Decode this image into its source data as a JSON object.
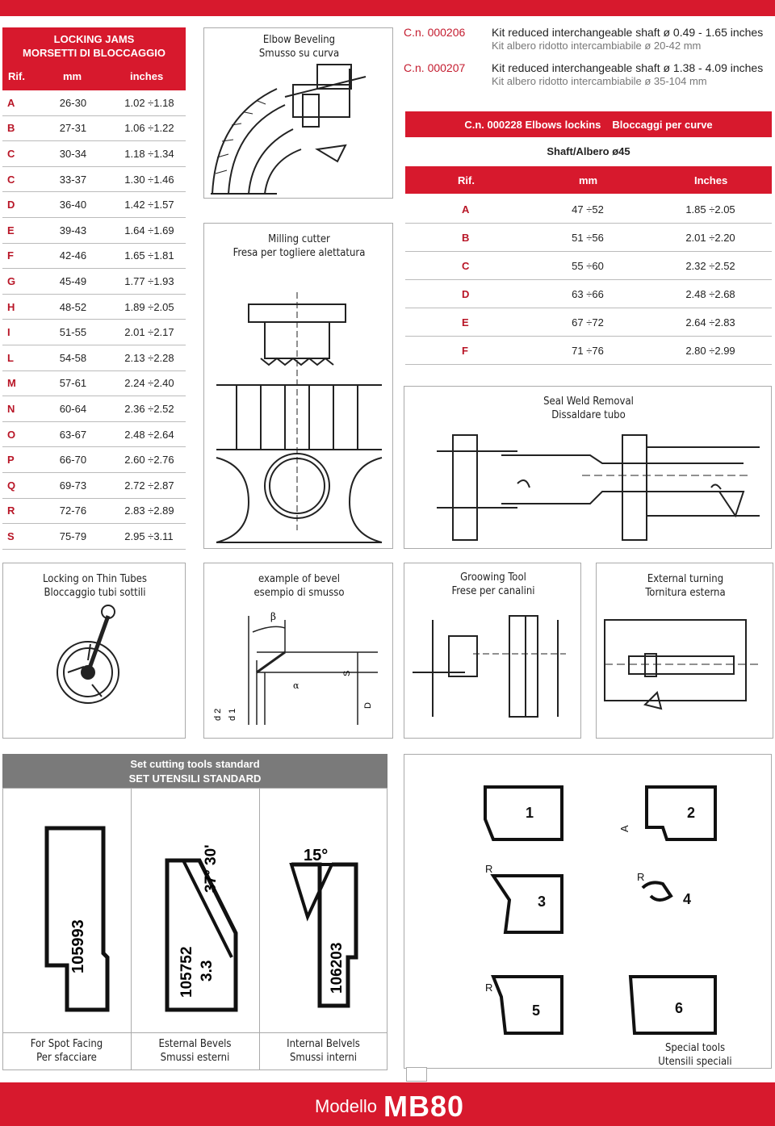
{
  "colors": {
    "accent": "#d7192d",
    "text": "#222222",
    "muted": "#777777"
  },
  "jams": {
    "title_line1": "LOCKING JAMS",
    "title_line2": "MORSETTI DI BLOCCAGGIO",
    "col_rif": "Rif.",
    "col_mm": "mm",
    "col_inches": "inches",
    "rows": [
      {
        "rif": "A",
        "mm": "26-30",
        "inches": "1.02 ÷1.18"
      },
      {
        "rif": "B",
        "mm": "27-31",
        "inches": "1.06 ÷1.22"
      },
      {
        "rif": "C",
        "mm": "30-34",
        "inches": "1.18 ÷1.34"
      },
      {
        "rif": "C",
        "mm": "33-37",
        "inches": "1.30 ÷1.46"
      },
      {
        "rif": "D",
        "mm": "36-40",
        "inches": "1.42 ÷1.57"
      },
      {
        "rif": "E",
        "mm": "39-43",
        "inches": "1.64 ÷1.69"
      },
      {
        "rif": "F",
        "mm": "42-46",
        "inches": "1.65 ÷1.81"
      },
      {
        "rif": "G",
        "mm": "45-49",
        "inches": "1.77 ÷1.93"
      },
      {
        "rif": "H",
        "mm": "48-52",
        "inches": "1.89 ÷2.05"
      },
      {
        "rif": "I",
        "mm": "51-55",
        "inches": "2.01 ÷2.17"
      },
      {
        "rif": "L",
        "mm": "54-58",
        "inches": "2.13 ÷2.28"
      },
      {
        "rif": "M",
        "mm": "57-61",
        "inches": "2.24 ÷2.40"
      },
      {
        "rif": "N",
        "mm": "60-64",
        "inches": "2.36 ÷2.52"
      },
      {
        "rif": "O",
        "mm": "63-67",
        "inches": "2.48 ÷2.64"
      },
      {
        "rif": "P",
        "mm": "66-70",
        "inches": "2.60 ÷2.76"
      },
      {
        "rif": "Q",
        "mm": "69-73",
        "inches": "2.72 ÷2.87"
      },
      {
        "rif": "R",
        "mm": "72-76",
        "inches": "2.83 ÷2.89"
      },
      {
        "rif": "S",
        "mm": "75-79",
        "inches": "2.95 ÷3.11"
      }
    ]
  },
  "elbow_beveling": {
    "line1": "Elbow Beveling",
    "line2": "Smusso su curva"
  },
  "milling_cutter": {
    "line1": "Milling cutter",
    "line2": "Fresa per togliere alettatura"
  },
  "kits": [
    {
      "code": "C.n. 000206",
      "en": "Kit reduced interchangeable shaft ø 0.49 - 1.65 inches",
      "it": "Kit albero ridotto intercambiabile ø 20-42 mm"
    },
    {
      "code": "C.n. 000207",
      "en": "Kit reduced interchangeable shaft ø 1.38 - 4.09 inches",
      "it": "Kit albero ridotto intercambiabile ø 35-104 mm"
    }
  ],
  "elbows": {
    "title_code": "C.n. 000228 Elbows lockins",
    "title_it": "Bloccaggi per curve",
    "subtitle": "Shaft/Albero ø45",
    "col_rif": "Rif.",
    "col_mm": "mm",
    "col_inches": "Inches",
    "rows": [
      {
        "rif": "A",
        "mm": "47 ÷52",
        "inches": "1.85 ÷2.05"
      },
      {
        "rif": "B",
        "mm": "51 ÷56",
        "inches": "2.01 ÷2.20"
      },
      {
        "rif": "C",
        "mm": "55 ÷60",
        "inches": "2.32 ÷2.52"
      },
      {
        "rif": "D",
        "mm": "63 ÷66",
        "inches": "2.48 ÷2.68"
      },
      {
        "rif": "E",
        "mm": "67 ÷72",
        "inches": "2.64 ÷2.83"
      },
      {
        "rif": "F",
        "mm": "71 ÷76",
        "inches": "2.80 ÷2.99"
      }
    ]
  },
  "seal_weld": {
    "line1": "Seal Weld Removal",
    "line2": "Dissaldare tubo"
  },
  "mid_panels": [
    {
      "line1": "Locking on Thin Tubes",
      "line2": "Bloccaggio tubi sottili"
    },
    {
      "line1": "example of bevel",
      "line2": "esempio di smusso"
    },
    {
      "line1": "Groowing Tool",
      "line2": "Frese per canalini"
    },
    {
      "line1": "External turning",
      "line2": "Tornitura esterna"
    }
  ],
  "bevel_labels": {
    "beta": "β",
    "alpha": "α",
    "s": "S",
    "d2": "d 2",
    "d1": "d 1",
    "D": "D"
  },
  "set_tools": {
    "line1": "Set cutting tools standard",
    "line2": "SET UTENSILI STANDARD"
  },
  "tools": [
    {
      "code": "105993",
      "angle": "",
      "sub": "",
      "cap1": "For Spot Facing",
      "cap2": "Per sfacciare"
    },
    {
      "code": "105752",
      "angle": "37° 30'",
      "sub": "3.3",
      "cap1": "Esternal Bevels",
      "cap2": "Smussi esterni"
    },
    {
      "code": "106203",
      "angle": "15°",
      "sub": "",
      "cap1": "Internal Belvels",
      "cap2": "Smussi interni"
    }
  ],
  "special_tools": {
    "line1": "Special tools",
    "line2": "Utensili speciali",
    "numbers": [
      "1",
      "2",
      "3",
      "4",
      "5",
      "6"
    ],
    "r_label": "R",
    "a_label": "A"
  },
  "footer": {
    "modello": "Modello",
    "model": "MB80"
  }
}
